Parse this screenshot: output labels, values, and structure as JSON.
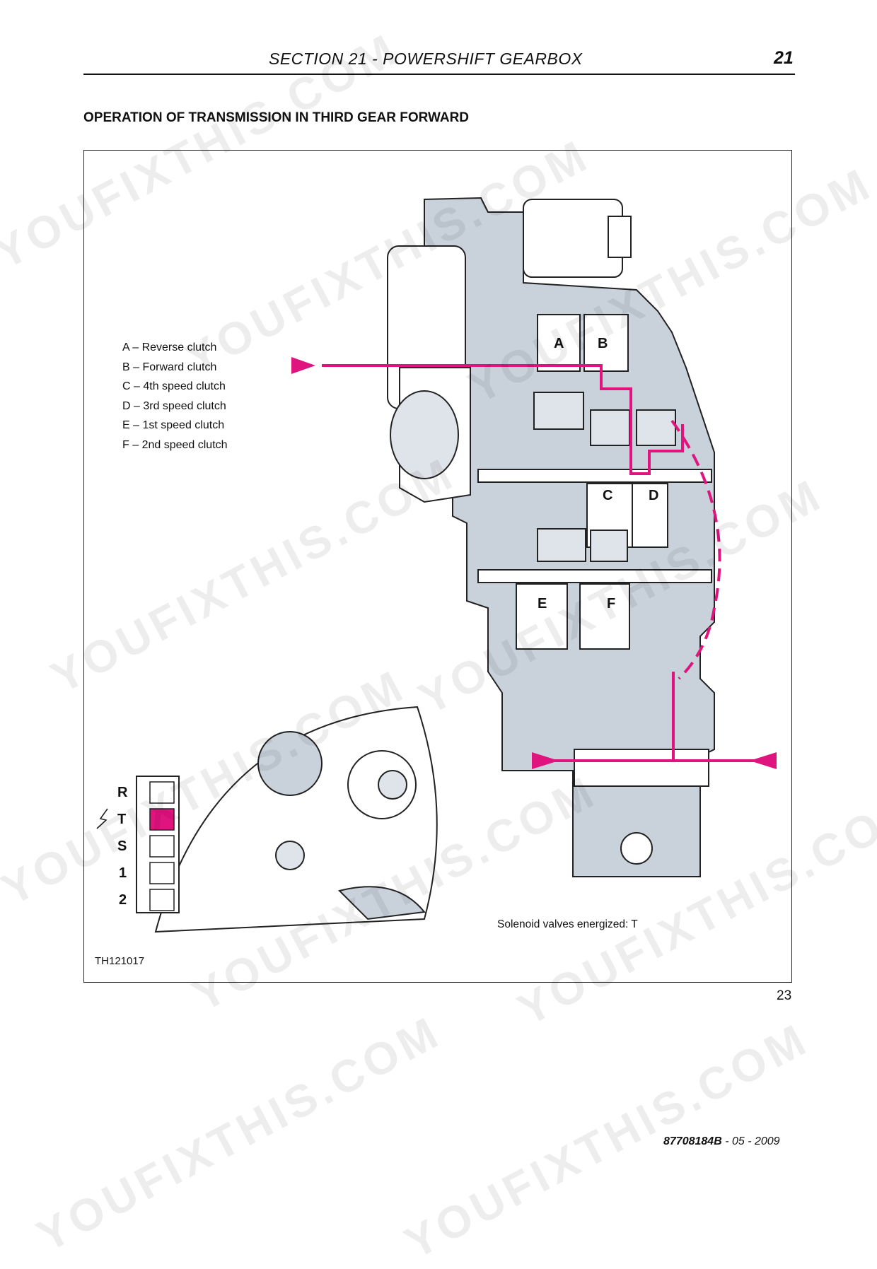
{
  "header": {
    "title": "SECTION 21 - POWERSHIFT GEARBOX",
    "section_number": "21"
  },
  "heading": "OPERATION OF TRANSMISSION IN THIRD GEAR FORWARD",
  "legend": [
    "A – Reverse clutch",
    "B – Forward clutch",
    "C – 4th speed clutch",
    "D – 3rd speed clutch",
    "E – 1st speed clutch",
    "F – 2nd speed clutch"
  ],
  "clutch_labels": {
    "a": "A",
    "b": "B",
    "c": "C",
    "d": "D",
    "e": "E",
    "f": "F"
  },
  "solenoid_valves": [
    "R",
    "T",
    "S",
    "1",
    "2"
  ],
  "energized_valve": "T",
  "solenoid_note": "Solenoid valves energized: T",
  "figure_id": "TH121017",
  "page_number": "23",
  "footer": {
    "doc_code": "87708184B",
    "date": " - 05 - 2009"
  },
  "watermark_text": "YOUFIXTHIS.COM",
  "colors": {
    "power_flow": "#e0147f",
    "housing": "#c9d1db",
    "line": "#222222"
  }
}
